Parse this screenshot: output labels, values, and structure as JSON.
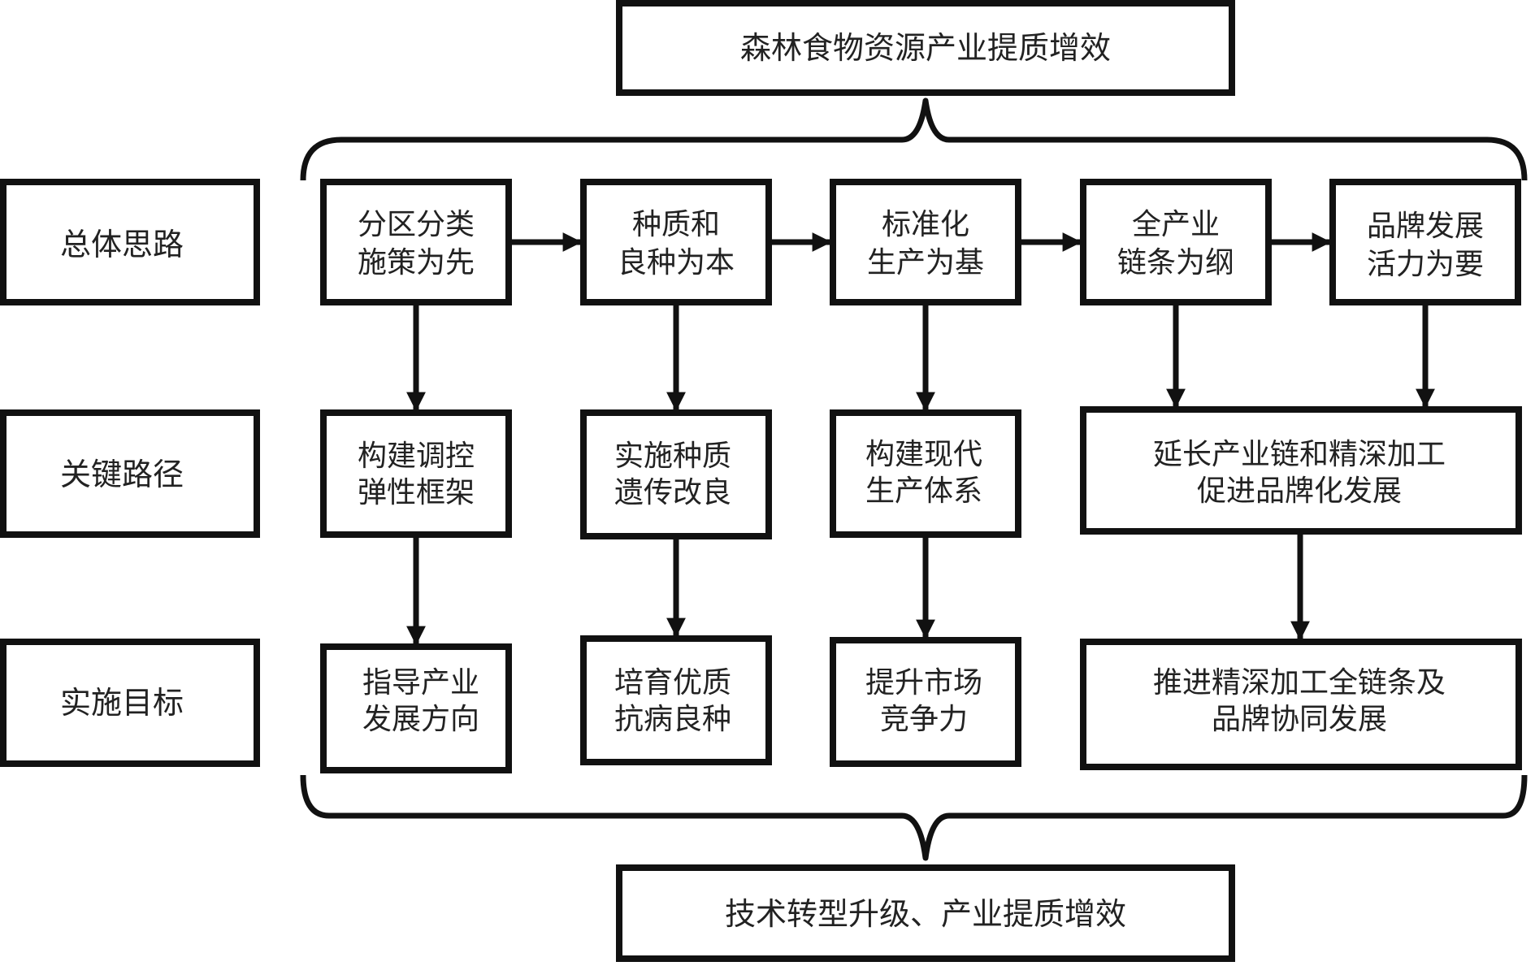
{
  "top_goal": "森林食物资源产业提质增效",
  "bottom_goal": "技术转型升级、产业提质增效",
  "row_labels": [
    "总体思路",
    "关键路径",
    "实施目标"
  ],
  "principles": [
    {
      "line1": "分区分类",
      "line2": "施策为先"
    },
    {
      "line1": "种质和",
      "line2": "良种为本"
    },
    {
      "line1": "标准化",
      "line2": "生产为基"
    },
    {
      "line1": "全产业",
      "line2": "链条为纲"
    },
    {
      "line1": "品牌发展",
      "line2": "活力为要"
    }
  ],
  "paths": [
    {
      "line1": "构建调控",
      "line2": "弹性框架"
    },
    {
      "line1": "实施种质",
      "line2": "遗传改良"
    },
    {
      "line1": "构建现代",
      "line2": "生产体系"
    },
    {
      "line1": "延长产业链和精深加工",
      "line2": "促进品牌化发展"
    }
  ],
  "targets": [
    {
      "line1": "指导产业",
      "line2": "发展方向"
    },
    {
      "line1": "培育优质",
      "line2": "抗病良种"
    },
    {
      "line1": "提升市场",
      "line2": "竞争力"
    },
    {
      "line1": "推进精深加工全链条及",
      "line2": "品牌协同发展"
    }
  ]
}
